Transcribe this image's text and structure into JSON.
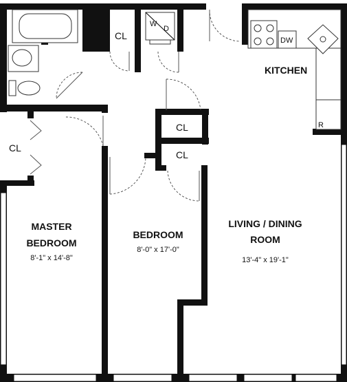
{
  "rooms": {
    "kitchen": {
      "name": "KITCHEN"
    },
    "master_bedroom": {
      "name_line1": "MASTER",
      "name_line2": "BEDROOM",
      "dimensions": "8'-1\" x 14'-8\""
    },
    "bedroom": {
      "name": "BEDROOM",
      "dimensions": "8'-0\" x 17'-0\""
    },
    "living_dining": {
      "name_line1": "LIVING / DINING",
      "name_line2": "ROOM",
      "dimensions": "13'-4\" x 19'-1\""
    }
  },
  "closets": {
    "hall_closet": "CL",
    "master_closet": "CL",
    "bedroom_closet_upper": "CL",
    "bedroom_closet_lower": "CL"
  },
  "appliances": {
    "washer": "W",
    "dryer": "D",
    "dishwasher": "DW",
    "refrigerator": "R"
  },
  "colors": {
    "wall": "#111111",
    "background": "#ffffff"
  }
}
